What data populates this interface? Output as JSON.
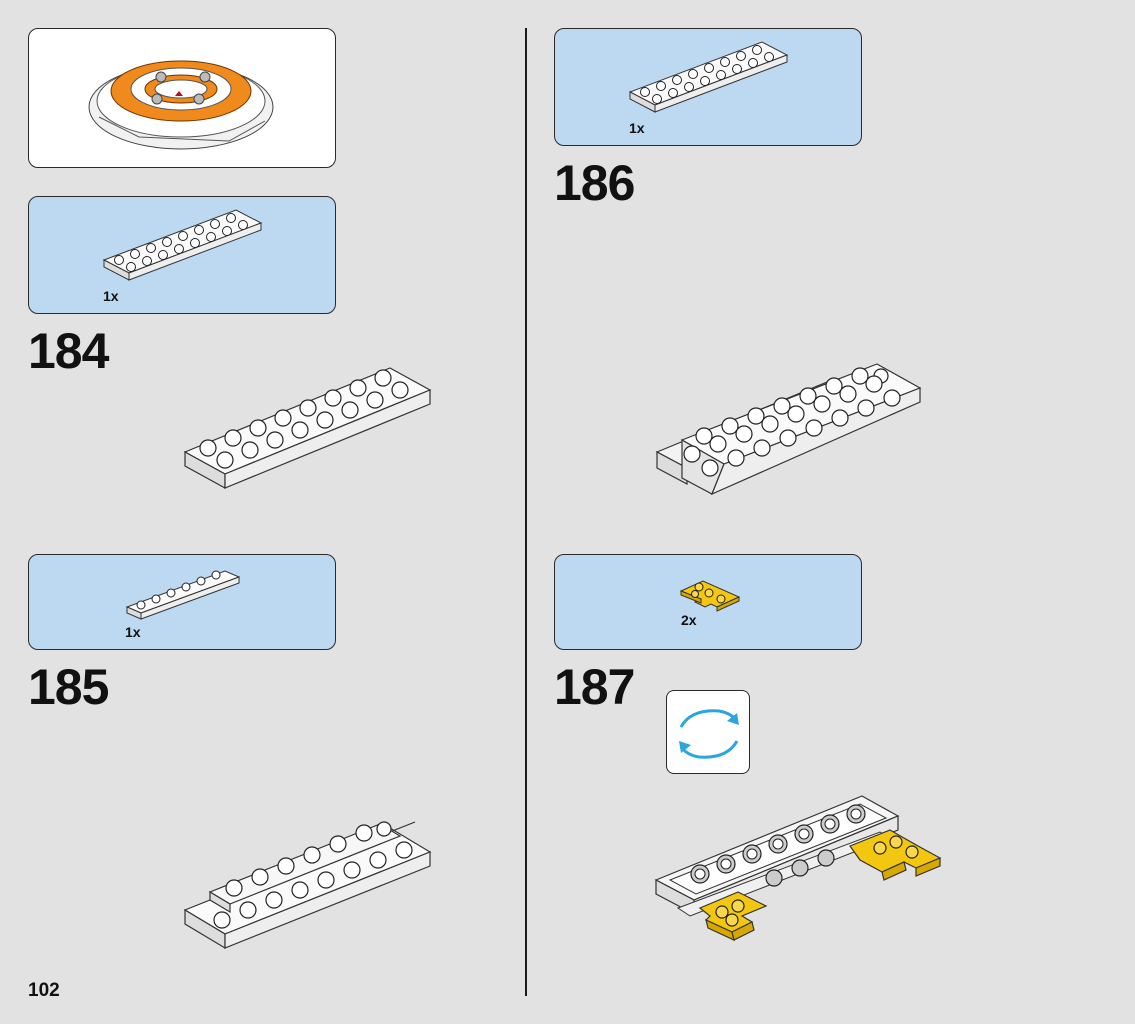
{
  "page": {
    "number": "102"
  },
  "overview": {
    "icon": "model-overview-image"
  },
  "steps": [
    {
      "number": "184",
      "parts": [
        {
          "qty": "1x",
          "icon": "white-plate-2x8"
        }
      ]
    },
    {
      "number": "185",
      "parts": [
        {
          "qty": "1x",
          "icon": "white-plate-1x6"
        }
      ]
    },
    {
      "number": "186",
      "parts": [
        {
          "qty": "1x",
          "icon": "white-plate-2x8"
        }
      ]
    },
    {
      "number": "187",
      "parts": [
        {
          "qty": "2x",
          "icon": "yellow-plate-corner-2x2"
        }
      ],
      "rotate_icon": "rotate-model-icon"
    }
  ],
  "colors": {
    "parts_panel": "#bdd9f2",
    "background": "#e2e2e2",
    "highlight_yellow": "#f3c70f",
    "rotate_arrow": "#2aa6dc",
    "accent_orange": "#f08a1c"
  }
}
